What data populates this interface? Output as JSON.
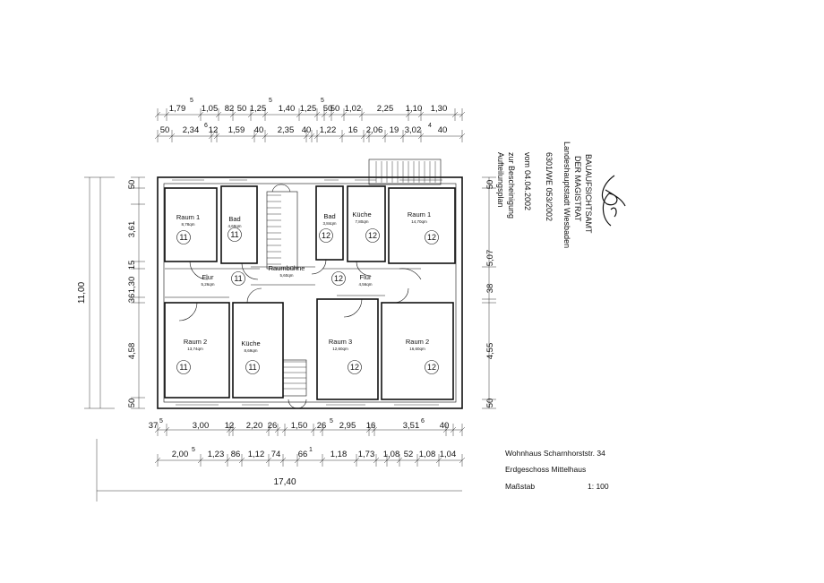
{
  "dimensions": {
    "top_outer": [
      "1,79",
      "1,05",
      "82",
      "50",
      "1,25",
      "1,40",
      "1,25",
      "50",
      "50",
      "1,02",
      "2,25",
      "1,10",
      "1,30"
    ],
    "top_outer_superscripts": [
      "5",
      "5",
      "5"
    ],
    "top_inner": [
      "50",
      "2,34",
      "12",
      "1,59",
      "40",
      "2,35",
      "40",
      "1,22",
      "16",
      "2,06",
      "19",
      "3,02",
      "40"
    ],
    "top_inner_superscripts": [
      "6",
      "4"
    ],
    "bottom_inner": [
      "37",
      "3,00",
      "12",
      "2,20",
      "26",
      "1,50",
      "26",
      "2,95",
      "16",
      "3,51",
      "40"
    ],
    "bottom_inner_superscripts": [
      "5",
      "5",
      "6"
    ],
    "bottom_outer": [
      "2,00",
      "1,23",
      "86",
      "1,12",
      "74",
      "66",
      "1,18",
      "1,73",
      "1,08",
      "52",
      "1,08",
      "1,04"
    ],
    "bottom_outer_superscripts": [
      "5",
      "1"
    ],
    "total_width": "17,40",
    "left_total": "11,00",
    "left_inner": [
      "50",
      "3,61",
      "15",
      "1,30",
      "36",
      "4,58",
      "50"
    ],
    "right_inner": [
      "50",
      "5,07",
      "38",
      "4,55",
      "50"
    ]
  },
  "rooms": [
    {
      "name": "Raum 1",
      "area": "8,78qm",
      "unit": "11"
    },
    {
      "name": "Bad",
      "area": "4,69qm",
      "unit": "11"
    },
    {
      "name": "Flur",
      "area": "5,26qm",
      "unit": "11"
    },
    {
      "name": "Raum 2",
      "area": "13,74qm",
      "unit": "11"
    },
    {
      "name": "Küche",
      "area": "8,69qm",
      "unit": "11"
    },
    {
      "name": "Raumbühne",
      "area": "5,60qm",
      "unit": ""
    },
    {
      "name": "Bad",
      "area": "3,84qm",
      "unit": "12"
    },
    {
      "name": "Küche",
      "area": "7,80qm",
      "unit": "12"
    },
    {
      "name": "Raum 1",
      "area": "14,70qm",
      "unit": "12"
    },
    {
      "name": "Flur",
      "area": "4,56qm",
      "unit": "12"
    },
    {
      "name": "Raum 3",
      "area": "12,60qm",
      "unit": "12"
    },
    {
      "name": "Raum 2",
      "area": "16,60qm",
      "unit": "12"
    }
  ],
  "stamp": {
    "line1": "Aufteilungsplan",
    "line2": "zur Bescheinigung",
    "vom_label": "vom",
    "date": "04.04.2002",
    "file_no": "6301/WE 053/2002",
    "authority1": "Landeshauptstadt Wiesbaden",
    "authority2": "DER MAGISTRAT",
    "authority3": "BAUAUFSICHTSAMT"
  },
  "caption": {
    "address": "Wohnhaus Scharnhorststr. 34",
    "floor": "Erdgeschoss  Mittelhaus",
    "scale_label": "Maßstab",
    "scale_value": "1: 100"
  }
}
